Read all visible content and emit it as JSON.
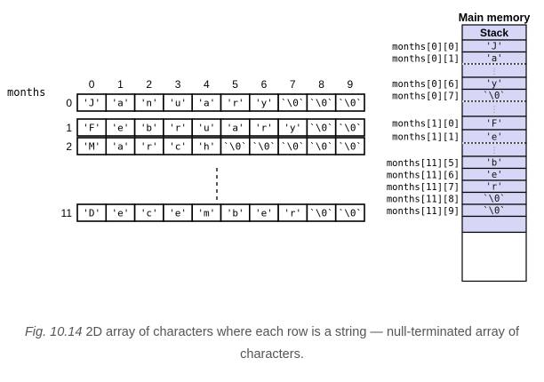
{
  "array": {
    "name": "months",
    "col_indices": [
      "0",
      "1",
      "2",
      "3",
      "4",
      "5",
      "6",
      "7",
      "8",
      "9"
    ],
    "rows": [
      {
        "index": "0",
        "cells": [
          "'J'",
          "'a'",
          "'n'",
          "'u'",
          "'a'",
          "'r'",
          "'y'",
          "`\\0`",
          "`\\0`",
          "`\\0`"
        ]
      },
      {
        "index": "1",
        "cells": [
          "'F'",
          "'e'",
          "'b'",
          "'r'",
          "'u'",
          "'a'",
          "'r'",
          "'y'",
          "`\\0`",
          "`\\0`"
        ]
      },
      {
        "index": "2",
        "cells": [
          "'M'",
          "'a'",
          "'r'",
          "'c'",
          "'h'",
          "`\\0`",
          "`\\0`",
          "`\\0`",
          "`\\0`",
          "`\\0`"
        ]
      },
      {
        "index": "11",
        "cells": [
          "'D'",
          "'e'",
          "'c'",
          "'e'",
          "'m'",
          "'b'",
          "'e'",
          "'r'",
          "`\\0`",
          "`\\0`"
        ]
      }
    ]
  },
  "memory": {
    "title": "Main memory",
    "stack_label": "Stack",
    "cells": [
      "'J'",
      "'a'",
      "⋮",
      "'y'",
      "`\\0`",
      "⋮",
      "'F'",
      "'e'",
      "⋮",
      "'b'",
      "'e'",
      "'r'",
      "`\\0`",
      "`\\0`",
      "",
      ""
    ],
    "labels": [
      {
        "text": "months[0][0]",
        "cell": 0
      },
      {
        "text": "months[0][1]",
        "cell": 1
      },
      {
        "text": "months[0][6]",
        "cell": 3
      },
      {
        "text": "months[0][7]",
        "cell": 4
      },
      {
        "text": "months[1][0]",
        "cell": 6
      },
      {
        "text": "months[1][1]",
        "cell": 7
      },
      {
        "text": "months[11][5]",
        "cell": 9
      },
      {
        "text": "months[11][6]",
        "cell": 10
      },
      {
        "text": "months[11][7]",
        "cell": 11
      },
      {
        "text": "months[11][8]",
        "cell": 12
      },
      {
        "text": "months[11][9]",
        "cell": 13
      }
    ]
  },
  "caption": {
    "fig_number": "Fig. 10.14",
    "text": " 2D array of characters where each row is a string — null-terminated array of characters."
  },
  "colors": {
    "memory_fill": "#d6d6f7",
    "border": "#000000",
    "caption_text": "#555555"
  }
}
